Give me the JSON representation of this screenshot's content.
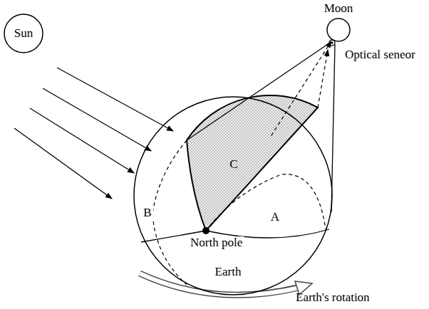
{
  "diagram": {
    "nodes": [
      {
        "text": [
          "Sun"
        ]
      },
      {
        "text": [
          "Moon"
        ]
      },
      {
        "text": [
          "Earth"
        ]
      }
    ],
    "edges": [
      {
        "from": 2,
        "to": 1,
        "arrow": "to"
      }
    ],
    "labels": [
      "Optical seneor",
      "C",
      "B",
      "A",
      "North pole",
      "Earth's rotation"
    ]
  }
}
